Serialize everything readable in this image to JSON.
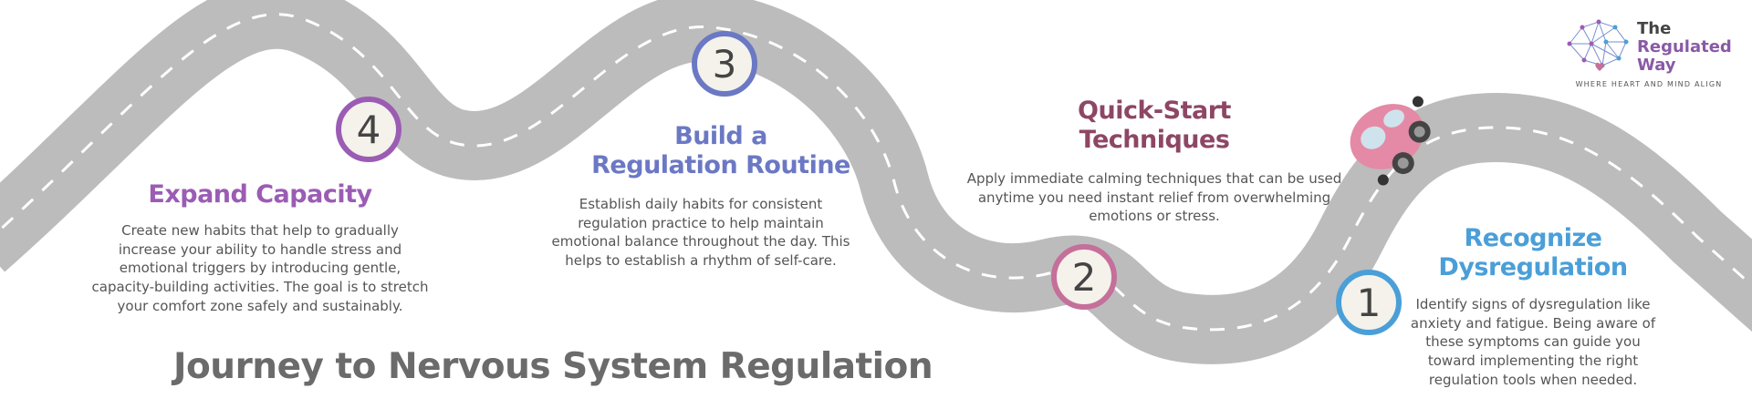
{
  "title": "Journey to Nervous System Regulation",
  "logo": {
    "name_line1": "The",
    "name_line2": "Regulated",
    "name_line3": "Way",
    "tagline": "WHERE HEART AND MIND ALIGN",
    "icon": "brain-network-heart-icon"
  },
  "colors": {
    "road": "#bcbcbc",
    "road_lines": "#ffffff",
    "step1": "#4a9fd8",
    "step2": "#c4709a",
    "step3": "#6b78c4",
    "step4": "#9b5cb4",
    "quickstart_title": "#8e4665",
    "car": "#e48aa6"
  },
  "steps": [
    {
      "number": "1",
      "title_line1": "Recognize",
      "title_line2": "Dysregulation",
      "description": "Identify signs of dysregulation like anxiety and fatigue. Being aware of these symptoms can guide you toward implementing the right regulation tools when needed."
    },
    {
      "number": "2",
      "title_line1": "Quick-Start",
      "title_line2": "Techniques",
      "description": "Apply immediate calming techniques that can be used anytime you need instant relief from overwhelming emotions or stress."
    },
    {
      "number": "3",
      "title_line1": "Build a",
      "title_line2": "Regulation Routine",
      "description": "Establish daily habits for consistent regulation practice to help maintain emotional balance throughout the day.  This helps to establish a rhythm of self-care."
    },
    {
      "number": "4",
      "title_line1": "Expand Capacity",
      "title_line2": "",
      "description": "Create new habits that help to gradually increase your ability to handle stress and emotional triggers by introducing gentle, capacity-building activities. The goal is to stretch your comfort zone safely and sustainably."
    }
  ],
  "illustration": {
    "road": "winding-road-icon",
    "car": "pink-car-icon"
  }
}
